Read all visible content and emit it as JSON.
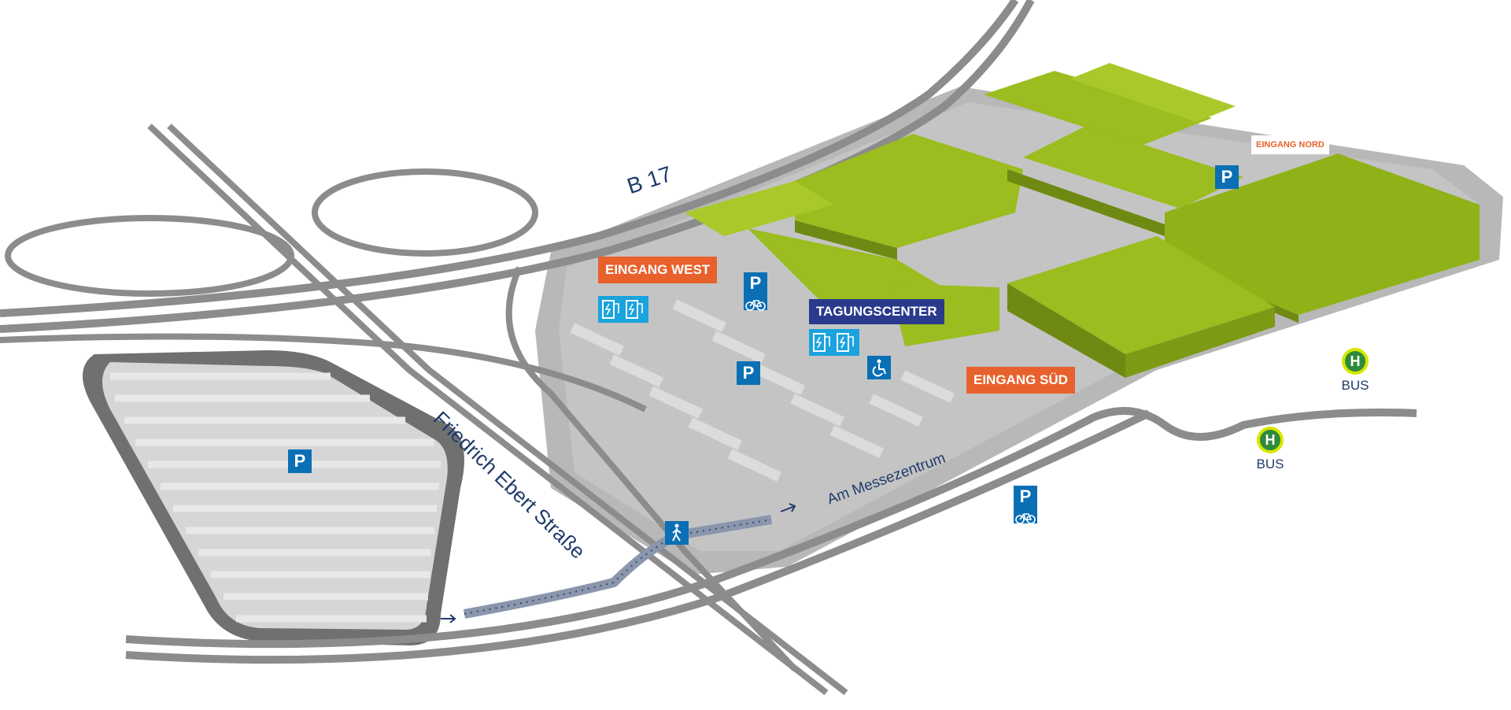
{
  "roads": {
    "highway": "B 17",
    "street_west": "Friedrich Ebert Straße",
    "street_south": "Am Messezentrum"
  },
  "entrances": {
    "west": "EINGANG WEST",
    "sued": "EINGANG SÜD",
    "nord": "EINGANG NORD"
  },
  "venue": {
    "tagungscenter": "TAGUNGSCENTER"
  },
  "parking": {
    "symbol": "P"
  },
  "bus_stops": [
    {
      "symbol": "H",
      "label": "BUS"
    },
    {
      "symbol": "H",
      "label": "BUS"
    }
  ],
  "colors": {
    "building": "#9bbd1f",
    "building_dark": "#6f8a12",
    "ground": "#b4b4b4",
    "road": "#8c8c8c",
    "entrance": "#e8612c",
    "venue_label": "#2a3a8c",
    "parking_sign": "#0a6fb5",
    "ev_sign": "#1aa3dd",
    "bus_sign": "#2e8b3a"
  },
  "icons": [
    "parking-sign-icon",
    "bicycle-icon",
    "ev-charging-icon",
    "wheelchair-icon",
    "pedestrian-icon",
    "bus-stop-icon",
    "arrow-right-icon"
  ]
}
